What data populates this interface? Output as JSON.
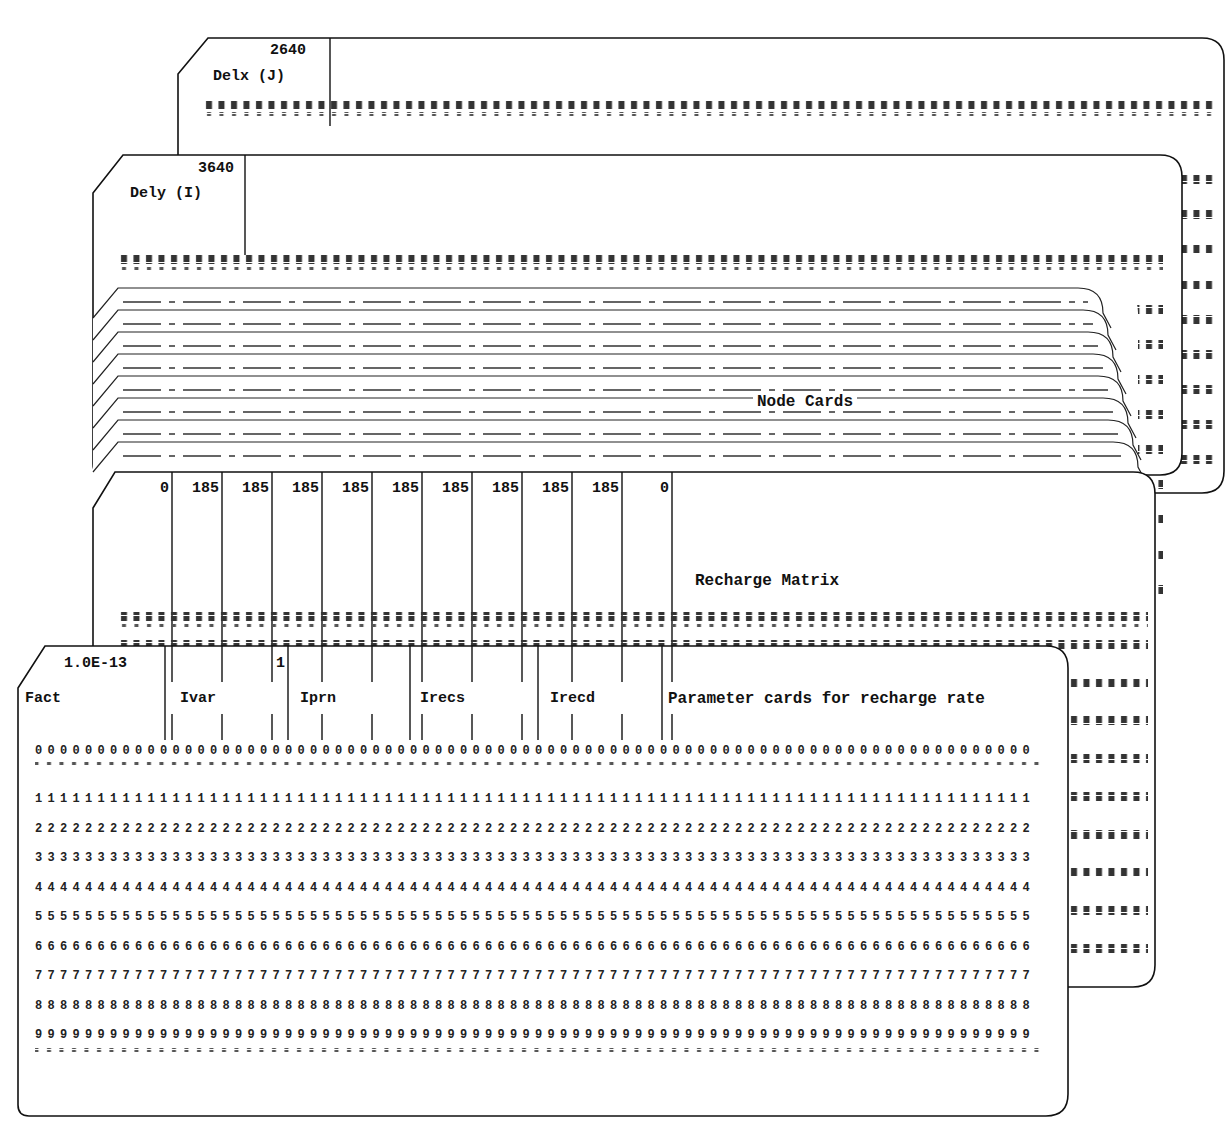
{
  "diagram": {
    "nodes": [
      {
        "text": [
          "2640",
          "Delx (J)"
        ]
      },
      {
        "text": [
          "3640",
          "Dely (I)"
        ]
      },
      {
        "text": [
          "Node Cards"
        ]
      },
      {
        "text": [
          "Recharge Matrix"
        ]
      },
      {
        "text": [
          "Parameter cards for recharge rate"
        ]
      }
    ],
    "labels": [
      "0",
      "185",
      "185",
      "185",
      "185",
      "185",
      "185",
      "185",
      "185",
      "185",
      "0",
      "1.0E-13",
      "Fact",
      "Ivar",
      "1",
      "Iprn",
      "Irecs",
      "Irecd",
      "00000000000000000000000000000000000000000000000000000000000000000000000000000000",
      "11111111111111111111111111111111111111111111111111111111111111111111111111111111",
      "22222222222222222222222222222222222222222222222222222222222222222222222222222222",
      "33333333333333333333333333333333333333333333333333333333333333333333333333333333",
      "44444444444444444444444444444444444444444444444444444444444444444444444444444444",
      "55555555555555555555555555555555555555555555555555555555555555555555555555555555",
      "66666666666666666666666666666666666666666666666666666666666666666666666666666666",
      "77777777777777777777777777777777777777777777777777777777777777777777777777777777",
      "88888888888888888888888888888888888888888888888888888888888888888888888888888888",
      "99999999999999999999999999999999999999999999999999999999999999999999999999999999"
    ]
  }
}
